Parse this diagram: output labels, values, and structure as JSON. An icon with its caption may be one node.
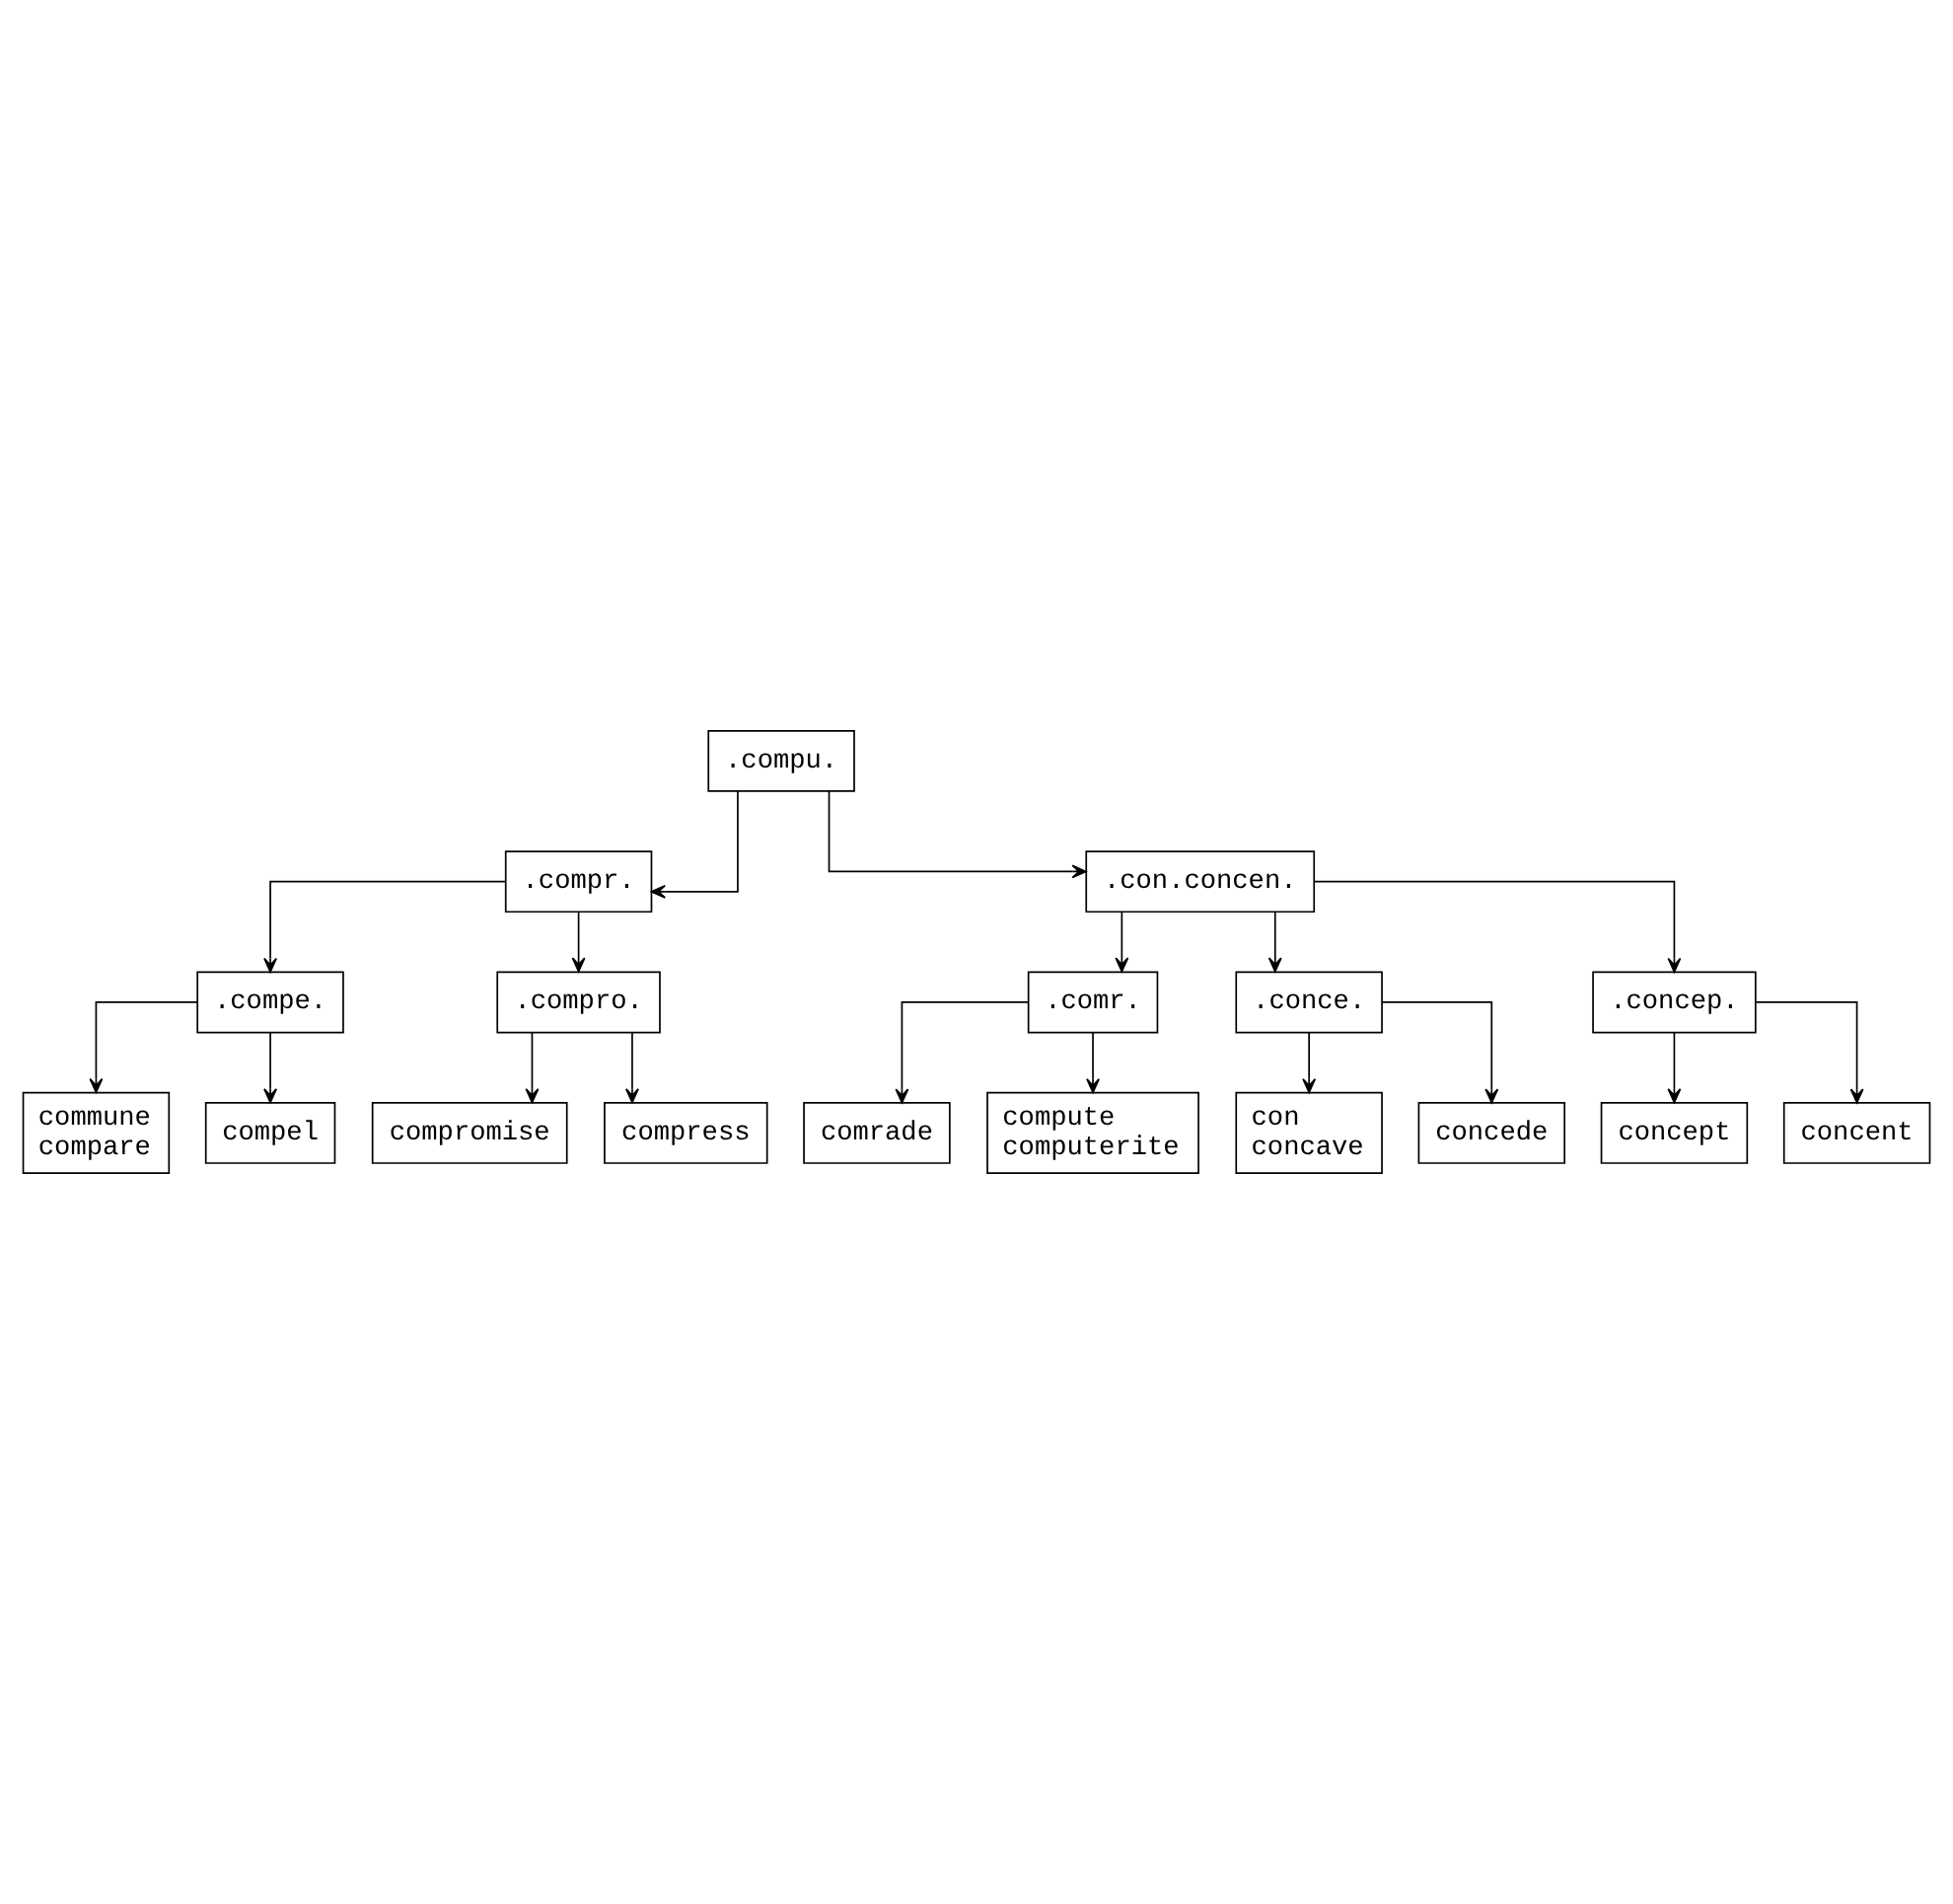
{
  "diagram": {
    "nodes": [
      {
        "text": [
          ".compu."
        ]
      },
      {
        "text": [
          ".compr."
        ]
      },
      {
        "text": [
          ".con.concen."
        ]
      },
      {
        "text": [
          ".compe."
        ]
      },
      {
        "text": [
          ".compro."
        ]
      },
      {
        "text": [
          ".comr."
        ]
      },
      {
        "text": [
          ".conce."
        ]
      },
      {
        "text": [
          ".concep."
        ]
      },
      {
        "text": [
          "commune",
          "compare"
        ]
      },
      {
        "text": [
          "compromise"
        ]
      },
      {
        "text": [
          "con",
          "concave"
        ]
      },
      {
        "text": [
          "concept"
        ]
      },
      {
        "text": [
          "compress"
        ]
      },
      {
        "text": [
          "comrade"
        ]
      },
      {
        "text": [
          "concent"
        ]
      },
      {
        "text": [
          "compel"
        ]
      },
      {
        "text": [
          "compute",
          "computerite"
        ]
      },
      {
        "text": [
          "concede"
        ]
      }
    ],
    "edges": [
      {
        "from": 0,
        "to": 1,
        "arrow": "to"
      },
      {
        "from": 0,
        "to": 2,
        "arrow": "to"
      },
      {
        "from": 1,
        "to": 3,
        "arrow": "to"
      },
      {
        "from": 1,
        "to": 4,
        "arrow": "to"
      },
      {
        "from": 2,
        "to": 5,
        "arrow": "to"
      },
      {
        "from": 2,
        "to": 6,
        "arrow": "to"
      },
      {
        "from": 2,
        "to": 7,
        "arrow": "to"
      },
      {
        "from": 3,
        "to": 8,
        "arrow": "to"
      },
      {
        "from": 3,
        "to": 15,
        "arrow": "to"
      },
      {
        "from": 4,
        "to": 12,
        "arrow": "to"
      },
      {
        "from": 4,
        "to": 9,
        "arrow": "to"
      },
      {
        "from": 5,
        "to": 16,
        "arrow": "to"
      },
      {
        "from": 5,
        "to": 13,
        "arrow": "to"
      },
      {
        "from": 6,
        "to": 10,
        "arrow": "to"
      },
      {
        "from": 6,
        "to": 17,
        "arrow": "to"
      },
      {
        "from": 7,
        "to": 14,
        "arrow": "to"
      },
      {
        "from": 7,
        "to": 11,
        "arrow": "to"
      }
    ]
  }
}
